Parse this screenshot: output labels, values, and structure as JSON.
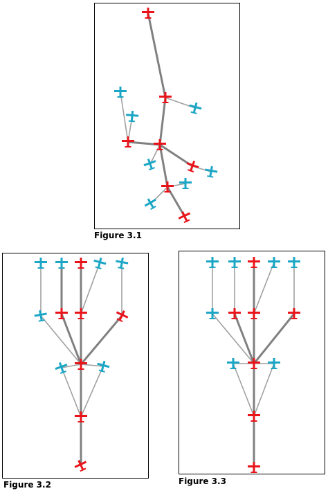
{
  "figures": [
    {
      "caption": "Figure 3.1"
    },
    {
      "caption": "Figure 3.2"
    },
    {
      "caption": "Figure 3.3"
    }
  ],
  "colors": {
    "primary_aircraft": "#e8141a",
    "secondary_aircraft": "#1aa6c4",
    "link_thick": "#808080",
    "link_thin": "#a0a0a0",
    "border": "#000000"
  },
  "icons": {
    "aircraft": "airplane-icon"
  }
}
